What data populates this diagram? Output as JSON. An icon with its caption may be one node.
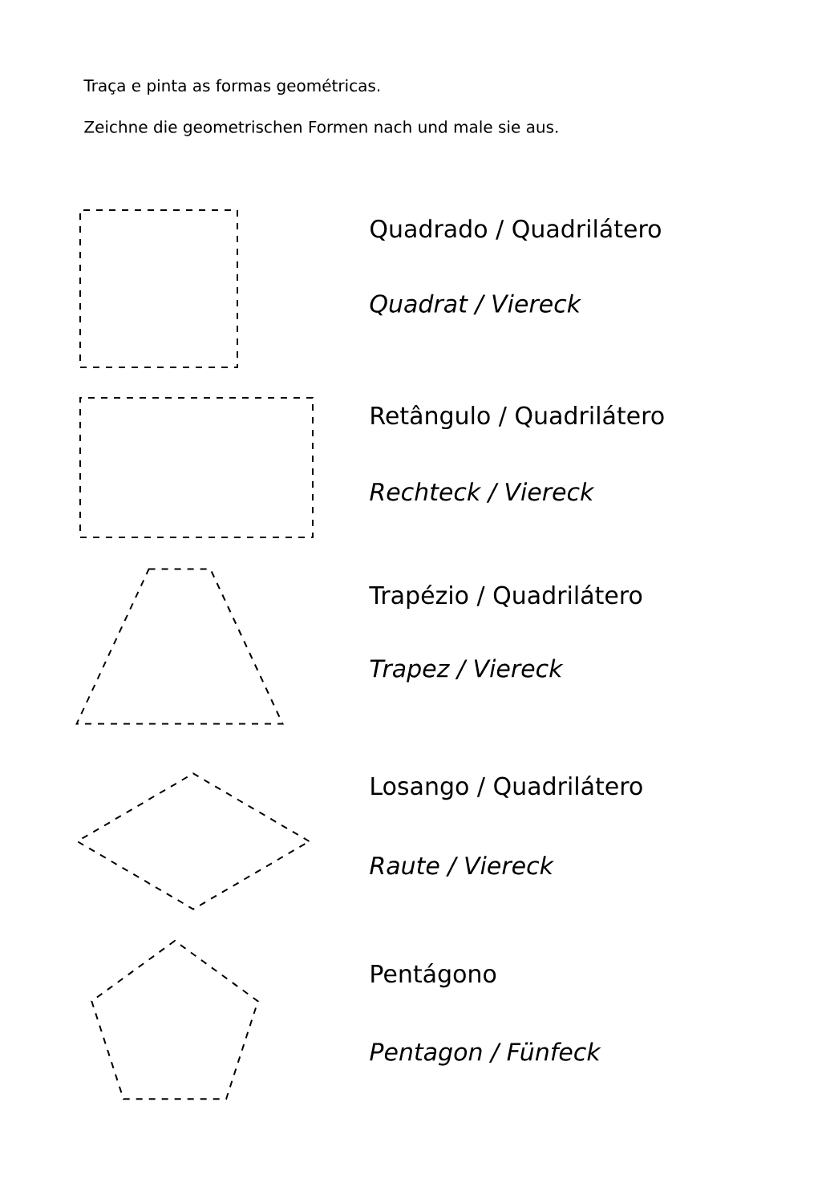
{
  "diagram": {
    "nodes": [
      {
        "text": [],
        "shape": "box",
        "beside": [
          "Quadrado / Quadrilátero",
          "Quadrat / Viereck"
        ]
      },
      {
        "text": [],
        "shape": "box",
        "beside": [
          "Retângulo / Quadrilátero",
          "Rechteck / Viereck"
        ]
      },
      {
        "text": [],
        "shape": "trapezoid",
        "beside": [
          "Trapézio / Quadrilátero",
          "Trapez / Viereck"
        ]
      },
      {
        "text": [],
        "shape": "diamond",
        "beside": [
          "Losango / Quadrilátero",
          "Raute / Viereck"
        ]
      },
      {
        "text": [],
        "shape": "pentagon",
        "beside": [
          "Pentágono",
          "Pentagon / Fünfeck"
        ]
      }
    ],
    "labels": [
      "Traça e pinta as formas geométricas.",
      "Zeichne die geometrischen Formen nach und male sie aus."
    ]
  }
}
